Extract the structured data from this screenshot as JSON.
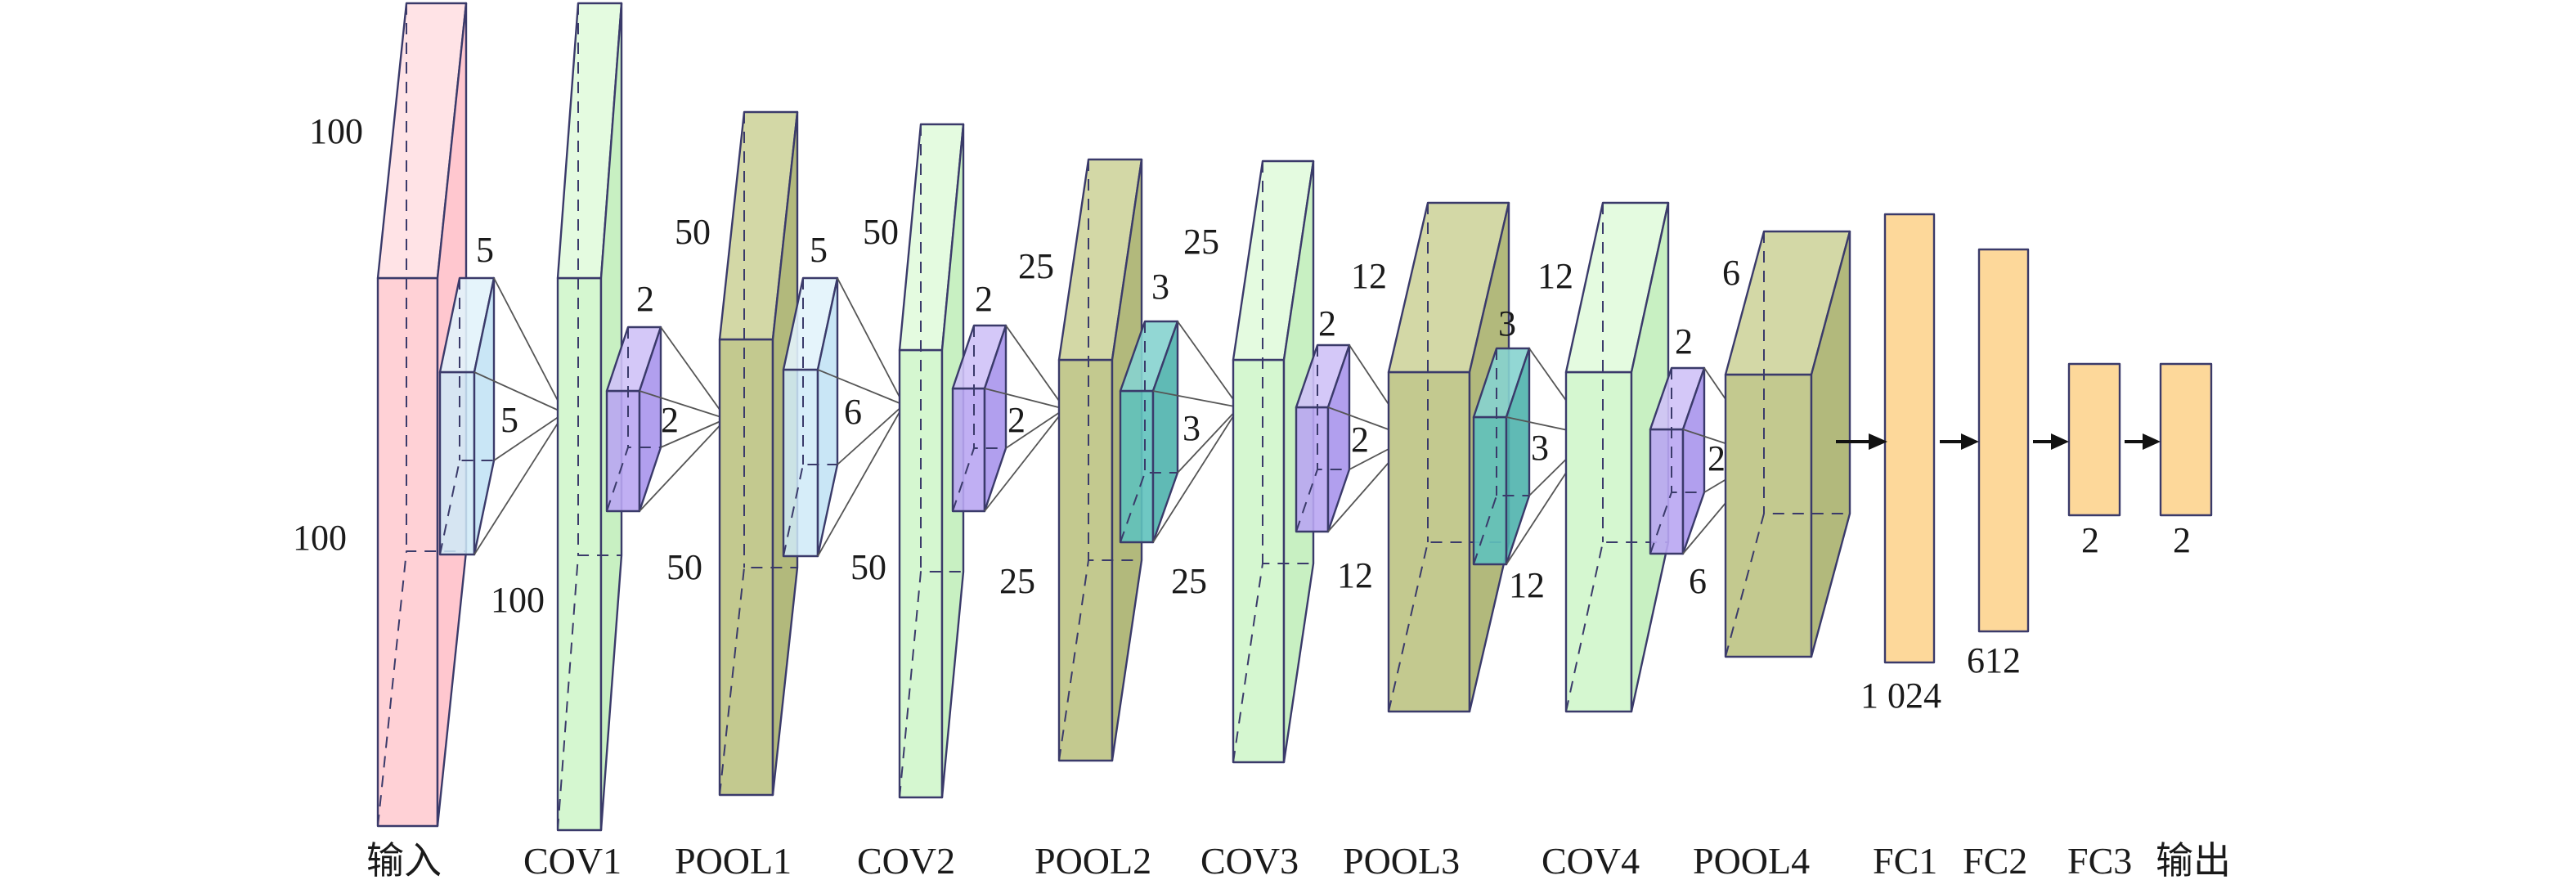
{
  "layers": [
    {
      "name": "输入",
      "dims": [
        "100",
        "100"
      ]
    },
    {
      "name": "COV1",
      "dims": [
        "100"
      ],
      "kernel": [
        "5",
        "5"
      ]
    },
    {
      "name": "POOL1",
      "dims": [
        "50",
        "50"
      ],
      "kernel": [
        "2",
        "2"
      ]
    },
    {
      "name": "COV2",
      "dims": [
        "50",
        "50"
      ],
      "kernel": [
        "5",
        "6"
      ]
    },
    {
      "name": "POOL2",
      "dims": [
        "25",
        "25"
      ],
      "kernel": [
        "2",
        "2"
      ]
    },
    {
      "name": "COV3",
      "dims": [
        "25",
        "25"
      ],
      "kernel": [
        "3",
        "3"
      ]
    },
    {
      "name": "POOL3",
      "dims": [
        "12",
        "12"
      ],
      "kernel": [
        "2",
        "2"
      ]
    },
    {
      "name": "COV4",
      "dims": [
        "12",
        "12"
      ],
      "kernel": [
        "3",
        "3"
      ]
    },
    {
      "name": "POOL4",
      "dims": [
        "6",
        "6"
      ],
      "kernel": [
        "2",
        "2"
      ]
    },
    {
      "name": "FC1",
      "dims": [
        "1 024"
      ]
    },
    {
      "name": "FC2",
      "dims": [
        "612"
      ]
    },
    {
      "name": "FC3",
      "dims": [
        "2"
      ]
    },
    {
      "name": "输出",
      "dims": [
        "2"
      ]
    }
  ],
  "colors": {
    "input": "#ffd1d6",
    "conv": "#d5f7d0",
    "pool": "#c3c98f",
    "kernel_blue": "#cfeaf8",
    "kernel_purple": "#b9a6f2",
    "kernel_teal": "#5fc2bd",
    "fc": "#fdd89a",
    "edge": "#3a3a6a"
  }
}
